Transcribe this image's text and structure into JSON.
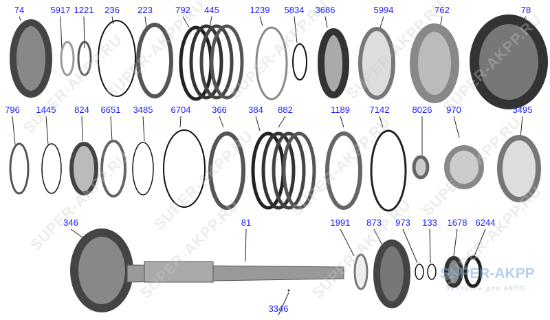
{
  "watermark": "SUPER-AKPP.RU",
  "logo": {
    "name": "SUPER-AKPP",
    "tagline": "Запчасти для АКПП"
  },
  "row1_labels": [
    "74",
    "5917",
    "1221",
    "236",
    "223",
    "792",
    "445",
    "1239",
    "5834",
    "3686",
    "5994",
    "762",
    "78"
  ],
  "row2_labels": [
    "796",
    "1445",
    "824",
    "6651",
    "3485",
    "6704",
    "366",
    "384",
    "882",
    "1189",
    "7142",
    "8026",
    "970",
    "3495"
  ],
  "row3_labels": [
    "346",
    "81",
    "1991",
    "873",
    "973",
    "133",
    "1678",
    "6244",
    "3346"
  ],
  "colors": {
    "label": "#1a1aff",
    "part": "#555555"
  }
}
